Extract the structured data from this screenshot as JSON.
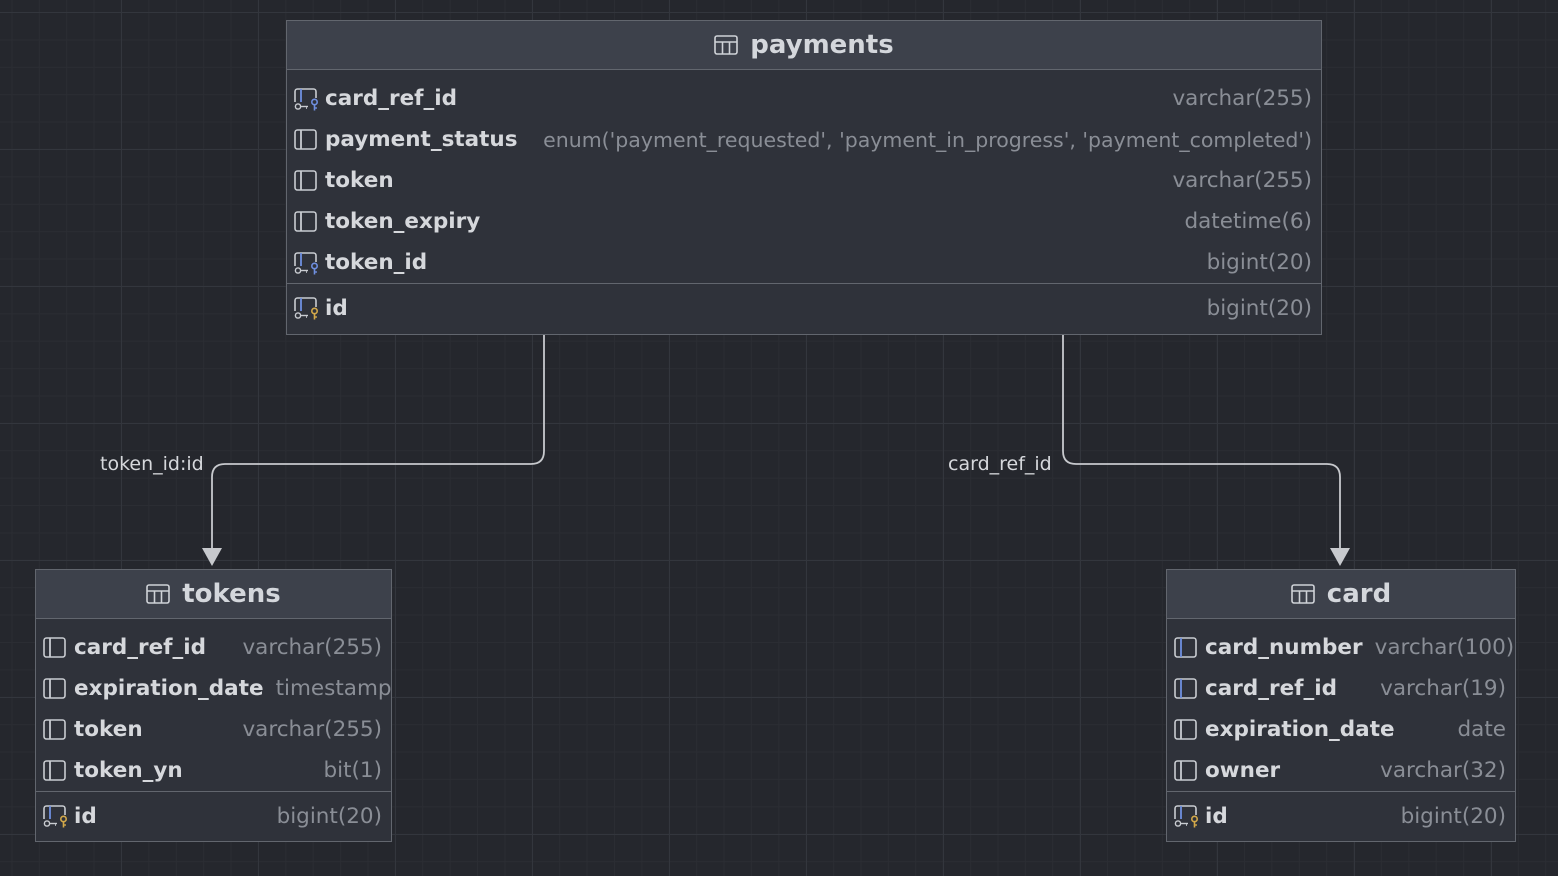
{
  "edges": [
    {
      "label": "token_id:id",
      "from": "payments",
      "to": "tokens"
    },
    {
      "label": "card_ref_id",
      "from": "payments",
      "to": "card"
    }
  ],
  "tables": {
    "payments": {
      "name": "payments",
      "columns": [
        {
          "name": "card_ref_id",
          "type": "varchar(255)",
          "icon": "foreign-key-column-icon"
        },
        {
          "name": "payment_status",
          "type": "enum('payment_requested', 'payment_in_progress', 'payment_completed')",
          "icon": "column-icon"
        },
        {
          "name": "token",
          "type": "varchar(255)",
          "icon": "column-icon"
        },
        {
          "name": "token_expiry",
          "type": "datetime(6)",
          "icon": "column-icon"
        },
        {
          "name": "token_id",
          "type": "bigint(20)",
          "icon": "foreign-key-column-icon"
        }
      ],
      "primary_key": {
        "name": "id",
        "type": "bigint(20)",
        "icon": "primary-key-icon"
      }
    },
    "tokens": {
      "name": "tokens",
      "columns": [
        {
          "name": "card_ref_id",
          "type": "varchar(255)",
          "icon": "column-icon"
        },
        {
          "name": "expiration_date",
          "type": "timestamp",
          "icon": "column-icon"
        },
        {
          "name": "token",
          "type": "varchar(255)",
          "icon": "column-icon"
        },
        {
          "name": "token_yn",
          "type": "bit(1)",
          "icon": "column-icon"
        }
      ],
      "primary_key": {
        "name": "id",
        "type": "bigint(20)",
        "icon": "primary-key-icon"
      }
    },
    "card": {
      "name": "card",
      "columns": [
        {
          "name": "card_number",
          "type": "varchar(100)",
          "icon": "indexed-column-icon"
        },
        {
          "name": "card_ref_id",
          "type": "varchar(19)",
          "icon": "indexed-column-icon"
        },
        {
          "name": "expiration_date",
          "type": "date",
          "icon": "column-icon"
        },
        {
          "name": "owner",
          "type": "varchar(32)",
          "icon": "column-icon"
        }
      ],
      "primary_key": {
        "name": "id",
        "type": "bigint(20)",
        "icon": "primary-key-icon"
      }
    }
  },
  "colors": {
    "background": "#25272d",
    "table_body": "#2f323a",
    "table_header": "#3d414b",
    "border": "#62666e",
    "connector": "#c7c9cd",
    "key_gold": "#d3a94a",
    "index_blue": "#6f8fe0"
  }
}
